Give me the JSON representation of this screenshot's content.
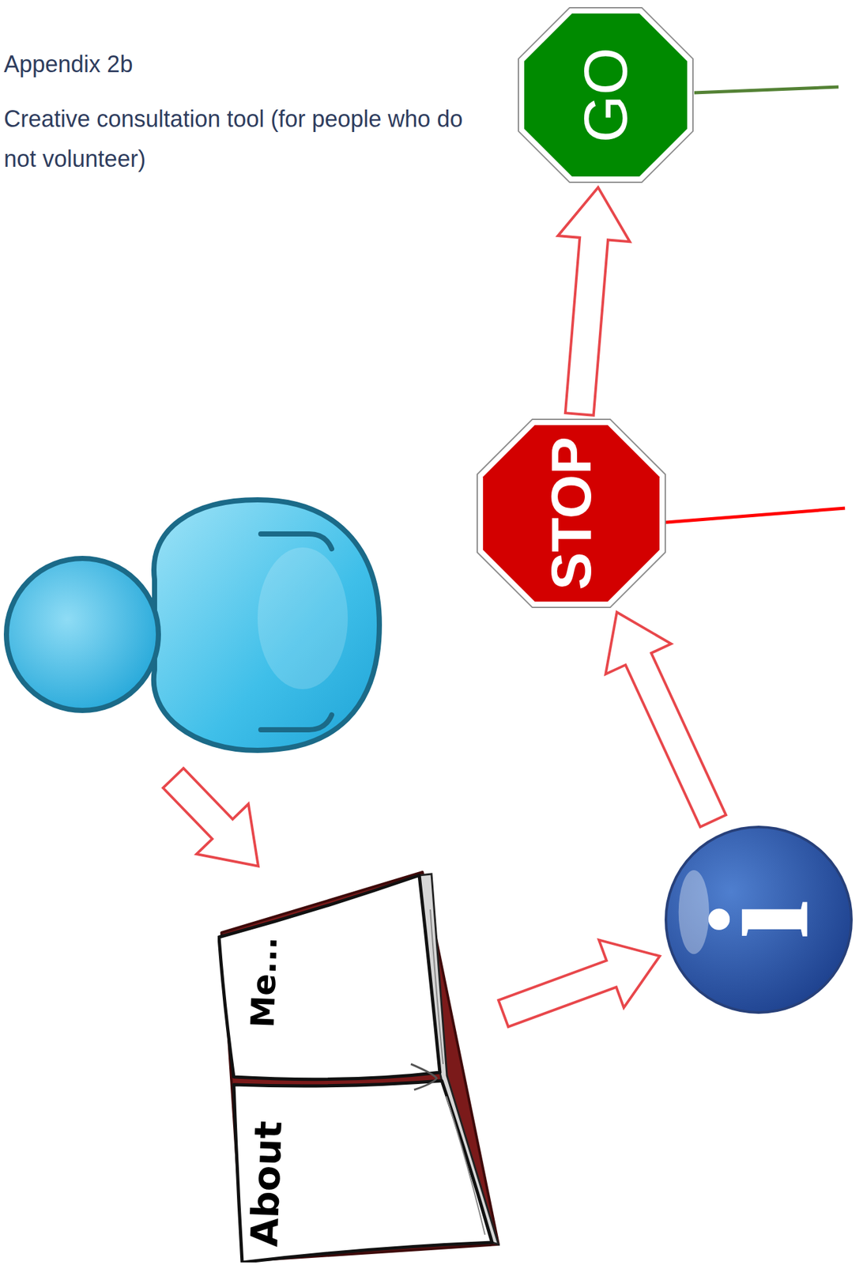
{
  "diagram": {
    "title": "Appendix 2b",
    "nodes": [
      {
        "text": [
          "GO"
        ]
      },
      {
        "text": [
          "STOP"
        ]
      },
      {
        "text": [
          "i"
        ]
      },
      {
        "text": [
          "About",
          "Me..."
        ]
      }
    ],
    "edges": [
      {
        "from": 3,
        "to": 2,
        "arrow": "to"
      },
      {
        "from": 2,
        "to": 1,
        "arrow": "to"
      },
      {
        "from": 1,
        "to": 0,
        "arrow": "to"
      }
    ],
    "labels": [
      "Creative consultation tool (for people who do not volunteer)"
    ]
  }
}
